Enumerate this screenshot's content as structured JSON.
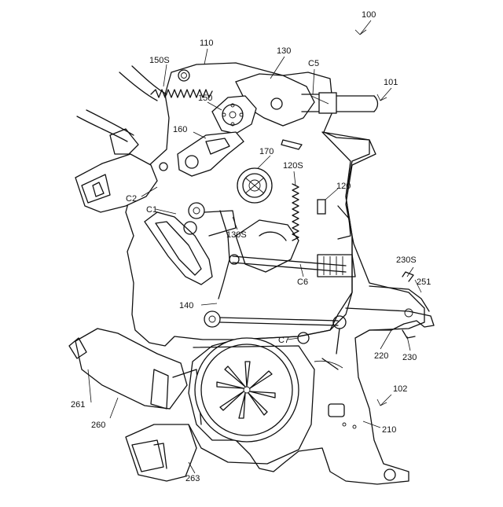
{
  "figure": {
    "labels": {
      "l100": "100",
      "l101": "101",
      "l102": "102",
      "l110": "110",
      "l130": "130",
      "lC5": "C5",
      "l150S": "150S",
      "l150": "150",
      "l160": "160",
      "l170": "170",
      "l120S": "120S",
      "l120": "120",
      "lC2": "C2",
      "lC1": "C1",
      "l130S": "130S",
      "lC6": "C6",
      "l140": "140",
      "lC7": "C7",
      "l230S": "230S",
      "l251": "251",
      "l220": "220",
      "l230": "230",
      "l261": "261",
      "l260": "260",
      "l210": "210",
      "l263": "263"
    }
  }
}
